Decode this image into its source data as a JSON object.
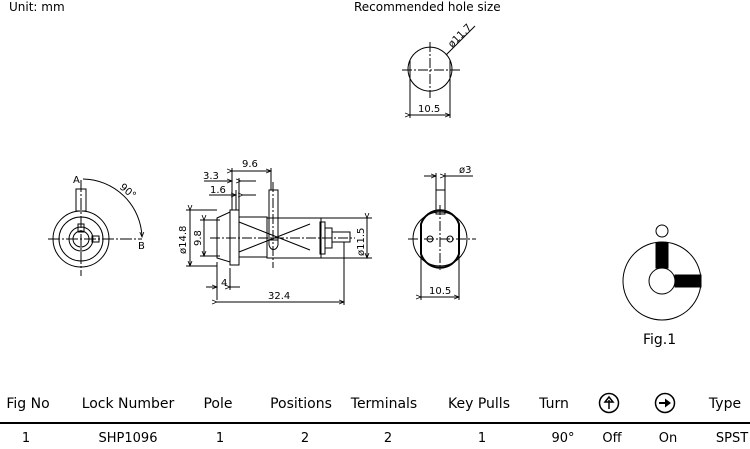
{
  "header": {
    "unit_label": "Unit:  mm",
    "hole_title": "Recommended hole size"
  },
  "hole": {
    "diameter": "ø11.7",
    "flat_width": "10.5"
  },
  "front_view": {
    "label_a": "A",
    "label_b": "B",
    "angle": "90°"
  },
  "side_view": {
    "dim_9_6": "9.6",
    "dim_3_3": "3.3",
    "dim_1_6": "1.6",
    "dim_dia_14_8": "ø14.8",
    "dim_9_8": "9.8",
    "dim_4": "4",
    "dim_32_4": "32.4",
    "dim_dia_11_5": "ø11.5"
  },
  "rear_view": {
    "dim_dia_3": "ø3",
    "dim_10_5": "10.5"
  },
  "fig": {
    "caption": "Fig.1"
  },
  "table": {
    "headers": [
      "Fig No",
      "Lock Number",
      "Pole",
      "Positions",
      "Terminals",
      "Key Pulls",
      "Turn",
      "up-arrow-circle-icon",
      "right-arrow-circle-icon",
      "Type"
    ],
    "row": [
      "1",
      "SHP1096",
      "1",
      "2",
      "2",
      "1",
      "90°",
      "Off",
      "On",
      "SPST"
    ]
  }
}
